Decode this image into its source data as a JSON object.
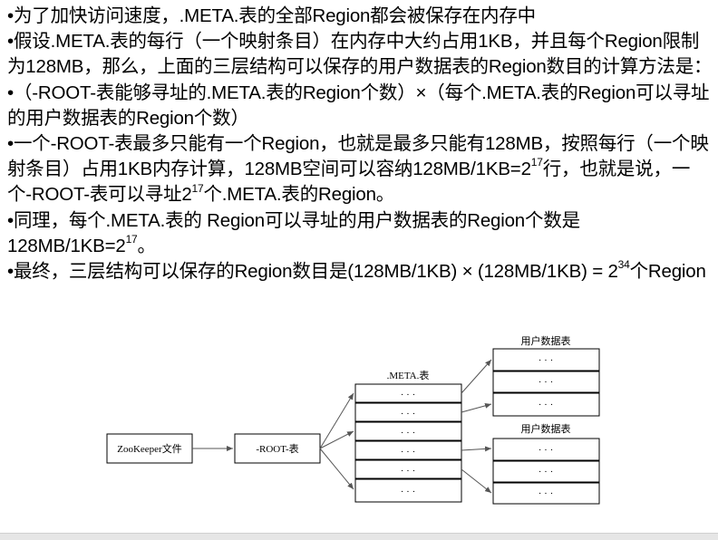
{
  "bullets": {
    "p1": "•为了加快访问速度，.META.表的全部Region都会被保存在内存中",
    "p2": "•假设.META.表的每行（一个映射条目）在内存中大约占用1KB，并且每个Region限制为128MB，那么，上面的三层结构可以保存的用户数据表的Region数目的计算方法是：",
    "p3": "•（-ROOT-表能够寻址的.META.表的Region个数）×（每个.META.表的Region可以寻址的用户数据表的Region个数）",
    "p4": {
      "a": "•一个-ROOT-表最多只能有一个Region，也就是最多只能有128MB，按照每行（一个映射条目）占用1KB内存计算，128MB空间可以容纳128MB/1KB=2",
      "sup1": "17",
      "b": "行，也就是说，一个-ROOT-表可以寻址2",
      "sup2": "17",
      "c": "个.META.表的Region。"
    },
    "p5": {
      "a": "•同理，每个.META.表的 Region可以寻址的用户数据表的Region个数是128MB/1KB=2",
      "sup": "17",
      "b": "。"
    },
    "p6": {
      "a": "•最终，三层结构可以保存的Region数目是(128MB/1KB) × (128MB/1KB) = 2",
      "sup": "34",
      "b": "个Region"
    }
  },
  "diagram": {
    "zookeeper_label": "ZooKeeper文件",
    "root_label": "-ROOT-表",
    "meta_label": ".META.表",
    "user_table_label_1": "用户数据表",
    "user_table_label_2": "用户数据表",
    "cell_text": "· · ·"
  }
}
